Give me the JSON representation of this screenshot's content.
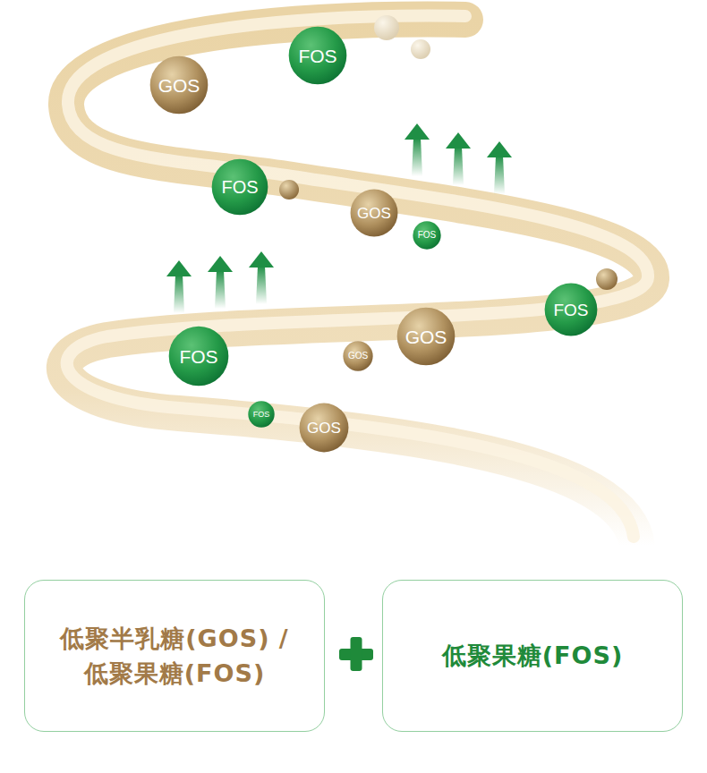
{
  "diagram": {
    "nodes": [
      {
        "text": [
          "FOS"
        ]
      },
      {
        "text": [
          "GOS"
        ]
      },
      {
        "text": [
          "FOS"
        ]
      },
      {
        "text": [
          "GOS"
        ]
      },
      {
        "text": [
          "FOS"
        ]
      },
      {
        "text": [
          "FOS"
        ]
      },
      {
        "text": [
          "GOS"
        ]
      },
      {
        "text": [
          "FOS"
        ]
      },
      {
        "text": [
          "GOS"
        ]
      },
      {
        "text": [
          "FOS"
        ]
      },
      {
        "text": [
          "GOS"
        ]
      },
      {
        "text": [
          "低聚半乳糖(GOS) /低聚果糖(FOS)"
        ]
      },
      {
        "text": [
          "低聚果糖(FOS)"
        ]
      }
    ]
  }
}
